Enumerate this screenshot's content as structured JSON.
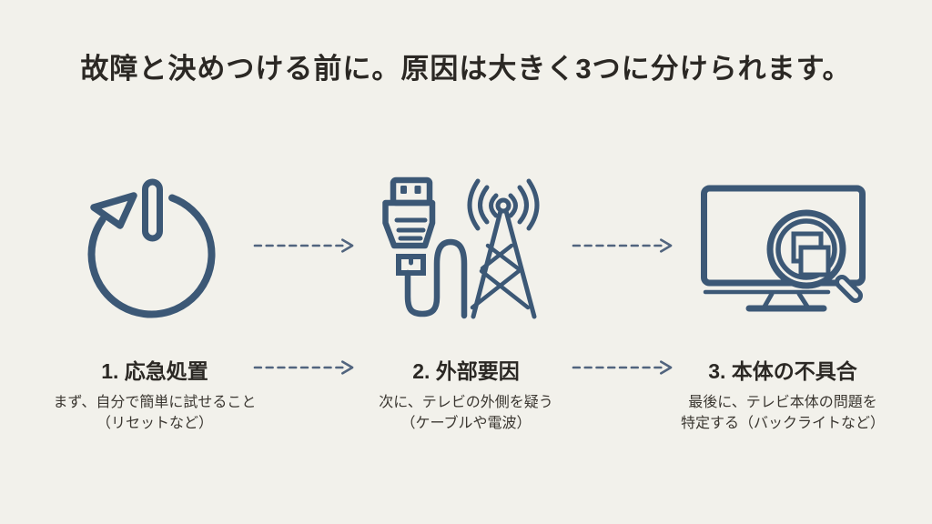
{
  "slide": {
    "title": "故障と決めつける前に。原因は大きく3つに分けられます。",
    "steps": [
      {
        "label": "1. 応急処置",
        "desc_line1": "まず、自分で簡単に試せること",
        "desc_line2": "（リセットなど）",
        "icon": "power-reset-icon"
      },
      {
        "label": "2. 外部要因",
        "desc_line1": "次に、テレビの外側を疑う",
        "desc_line2": "（ケーブルや電波）",
        "icon": "cable-antenna-icon"
      },
      {
        "label": "3. 本体の不具合",
        "desc_line1": "最後に、テレビ本体の問題を",
        "desc_line2": "特定する（バックライトなど）",
        "icon": "tv-magnifier-icon"
      }
    ],
    "connector": "dashed-arrow-icon",
    "colors": {
      "background": "#F2F1EB",
      "text": "#2B2824",
      "icon": "#3C5876",
      "arrow": "#51647E"
    }
  }
}
